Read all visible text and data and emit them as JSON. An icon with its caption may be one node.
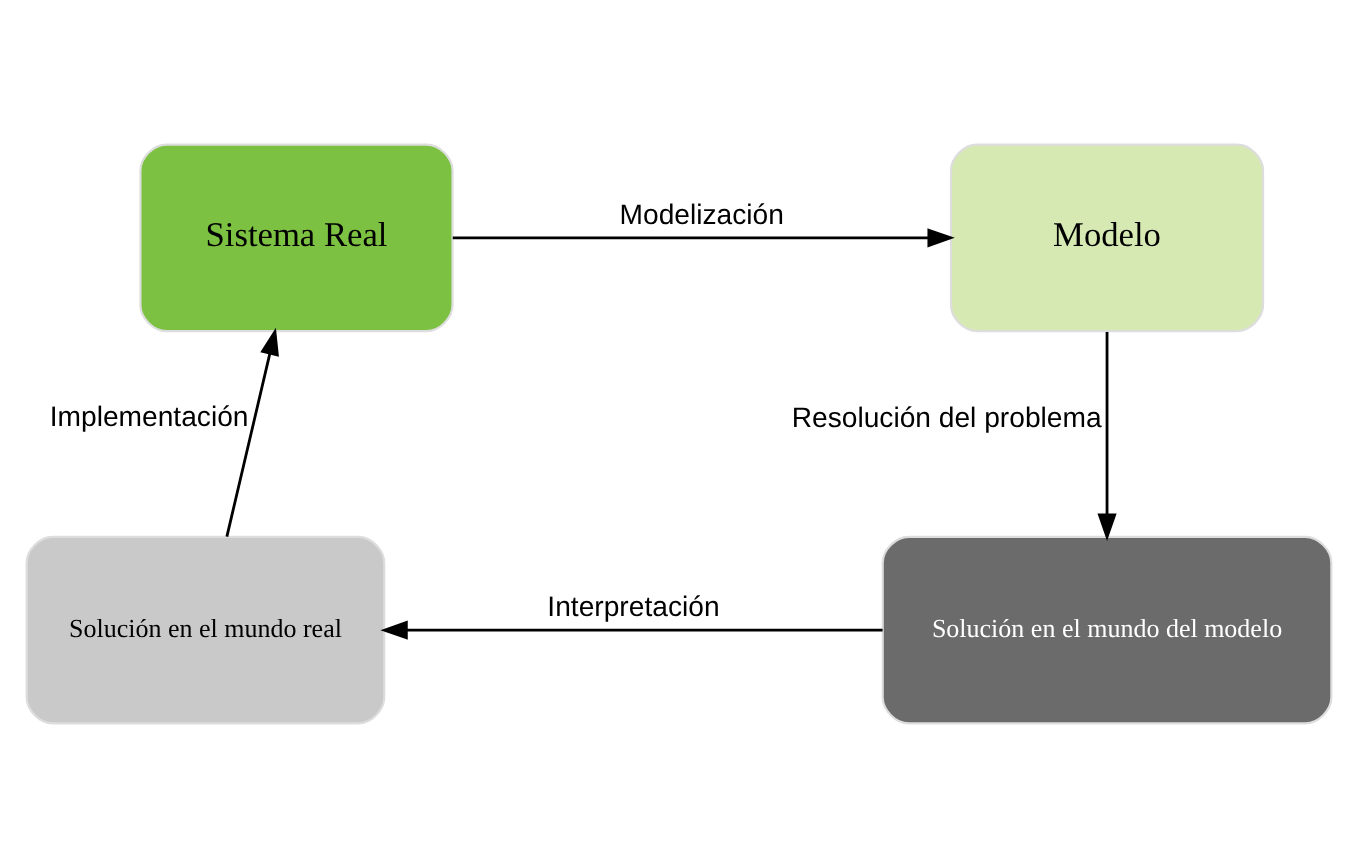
{
  "diagram": {
    "nodes": [
      {
        "text": [
          "Sistema Real"
        ]
      },
      {
        "text": [
          "Modelo"
        ]
      },
      {
        "text": [
          "Solución en el mundo del modelo"
        ]
      },
      {
        "text": [
          "Solución en el mundo real"
        ]
      }
    ],
    "edges": [
      {
        "from": 0,
        "to": 1,
        "arrow": "to",
        "label": "Modelización"
      },
      {
        "from": 1,
        "to": 2,
        "arrow": "to",
        "label": "Resolución del problema"
      },
      {
        "from": 2,
        "to": 3,
        "arrow": "to",
        "label": "Interpretación"
      },
      {
        "from": 3,
        "to": 0,
        "arrow": "to",
        "label": "Implementación"
      }
    ]
  }
}
